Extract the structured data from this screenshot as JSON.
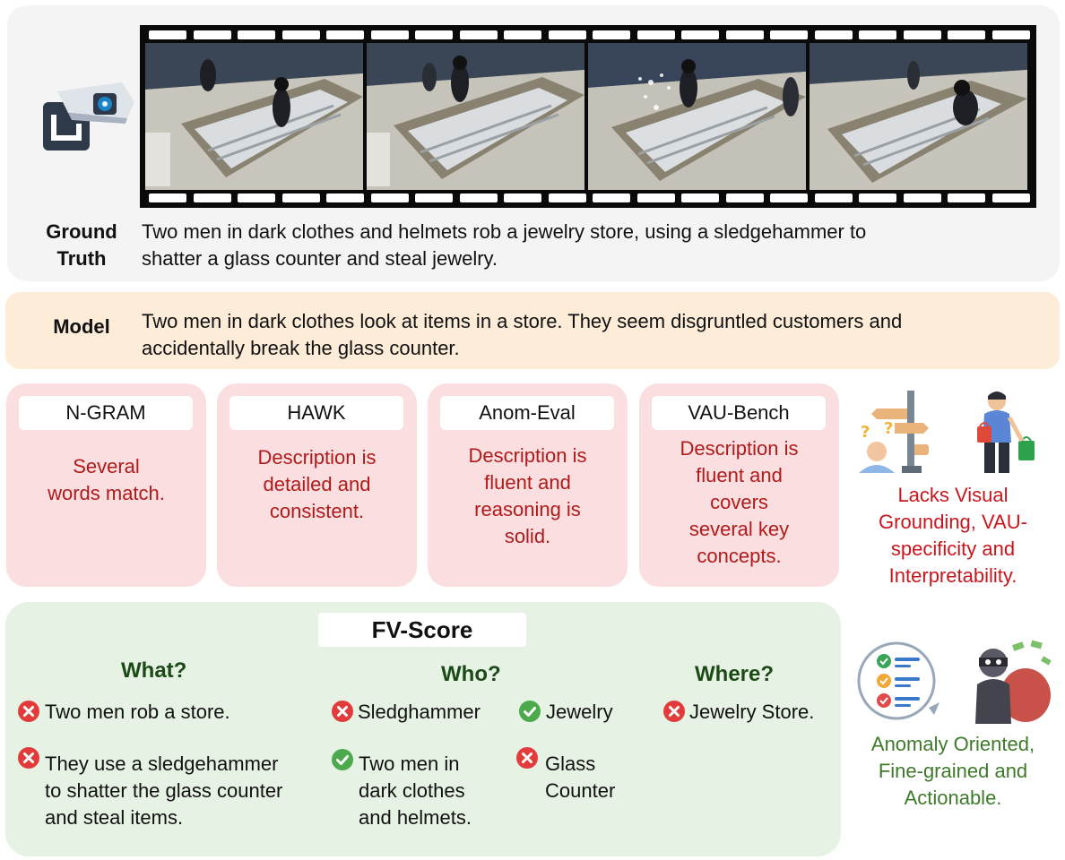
{
  "ground_truth": {
    "label_line1": "Ground",
    "label_line2": "Truth",
    "text_line1": "Two men in dark clothes and helmets rob a jewelry store, using a sledgehammer to",
    "text_line2": "shatter a glass counter and steal jewelry."
  },
  "model": {
    "label": "Model",
    "text_line1": "Two men in dark clothes look at items in a store. They seem disgruntled customers and",
    "text_line2": "accidentally break the glass counter."
  },
  "metrics": [
    {
      "name": "N-GRAM",
      "lines": [
        "Several",
        "words match."
      ]
    },
    {
      "name": "HAWK",
      "lines": [
        "Description is",
        "detailed and",
        "consistent."
      ]
    },
    {
      "name": "Anom-Eval",
      "lines": [
        "Description is",
        "fluent and",
        "reasoning is",
        "solid."
      ]
    },
    {
      "name": "VAU-Bench",
      "lines": [
        "Description is",
        "fluent and",
        "covers",
        "several key",
        "concepts."
      ]
    }
  ],
  "lacks": {
    "lines": [
      "Lacks Visual",
      "Grounding, VAU-",
      "specificity and",
      "Interpretability."
    ]
  },
  "anomaly": {
    "lines": [
      "Anomaly Oriented,",
      "Fine-grained and",
      "Actionable."
    ]
  },
  "fv_score": {
    "title": "FV-Score",
    "what": {
      "heading": "What?",
      "item1": "Two men rob a store.",
      "item2_lines": [
        "They use a sledgehammer",
        "to shatter the glass counter",
        "and steal items."
      ]
    },
    "who": {
      "heading": "Who?",
      "item1": "Sledghammer",
      "item2": "Jewelry",
      "item3_lines": [
        "Two men in",
        "dark clothes",
        "and helmets."
      ],
      "item4_lines": [
        "Glass",
        "Counter"
      ]
    },
    "where": {
      "heading": "Where?",
      "item1": "Jewelry Store."
    }
  },
  "icons": {
    "cross": "cross-icon",
    "check": "check-icon",
    "camera": "cctv-camera-icon",
    "signpost": "confused-signpost-icon",
    "shopper": "shopper-icon",
    "checklist": "checklist-icon",
    "thief": "thief-icon"
  },
  "colors": {
    "cross": "#e23b3b",
    "check": "#4caa4c",
    "red_text": "#b01a1a",
    "green_heading": "#1c4a16",
    "green_text": "#3f7a2a"
  }
}
